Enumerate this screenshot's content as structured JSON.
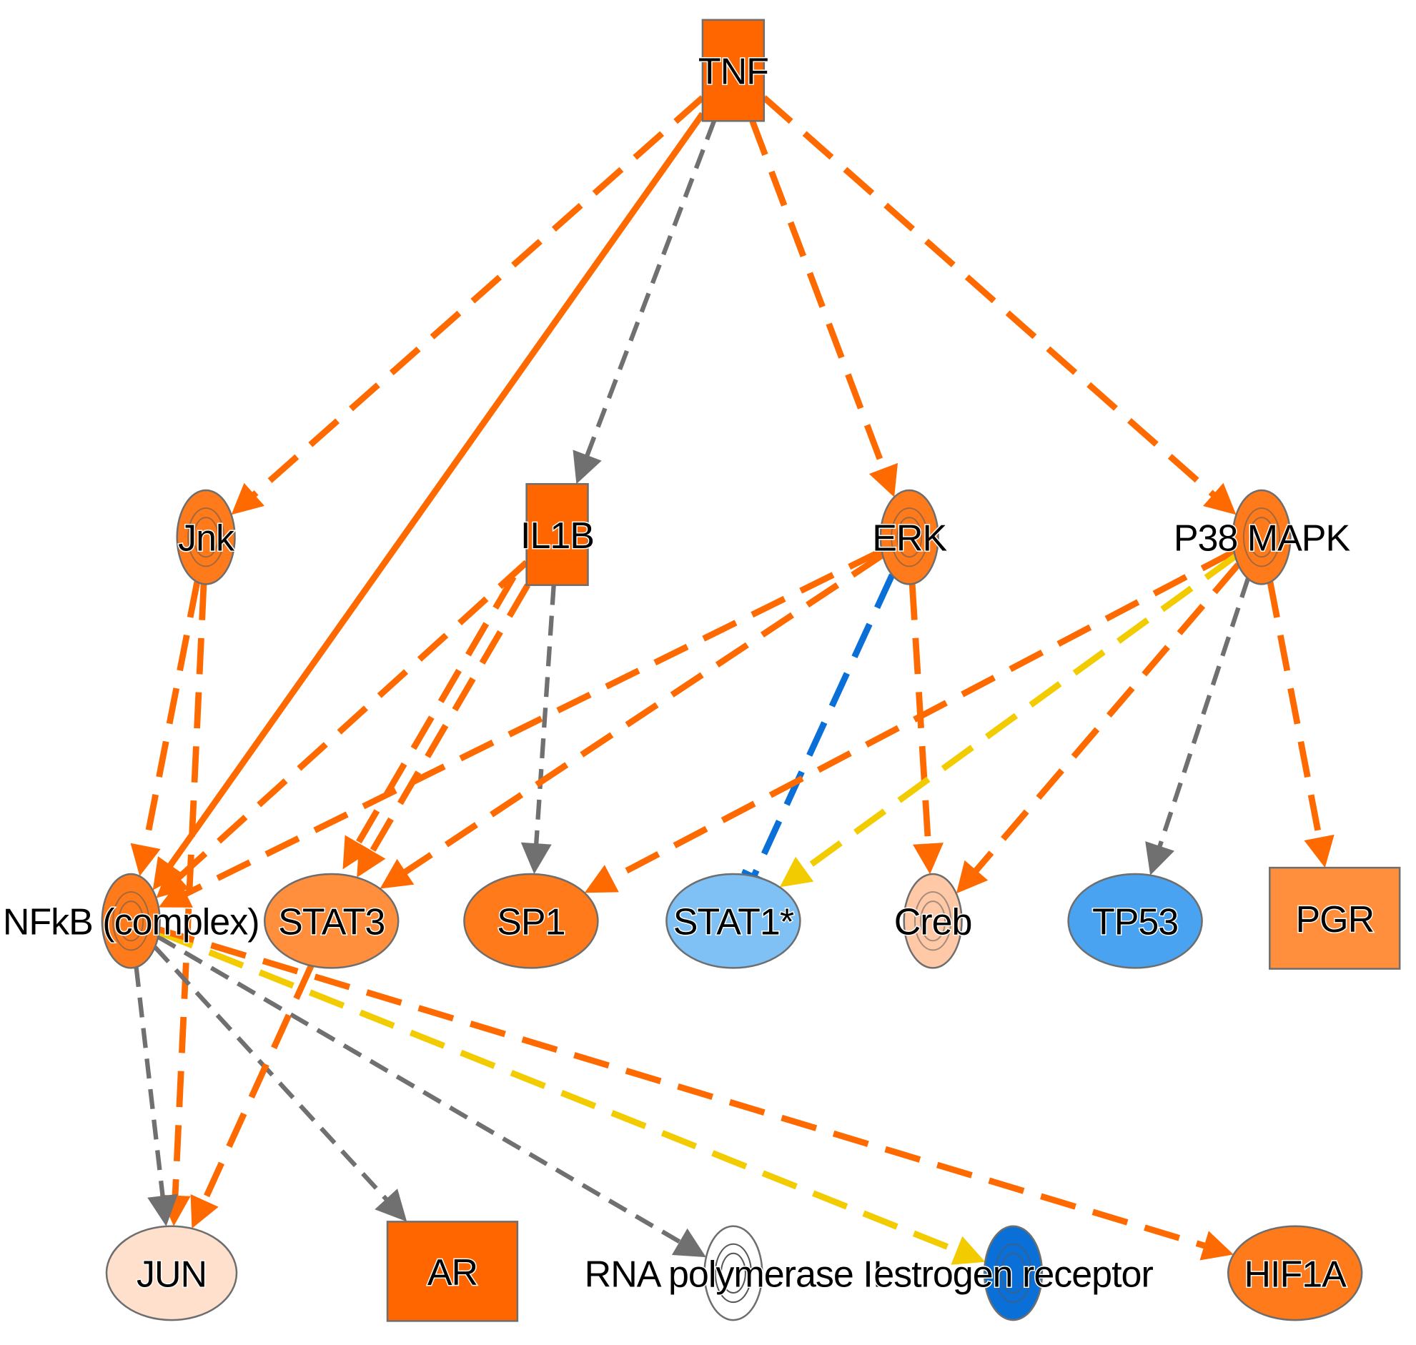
{
  "colors": {
    "activated_strong": "#ff6600",
    "activated_mid": "#ff7a1a",
    "activated_light": "#ff8f3d",
    "activated_pale": "#ffc9a8",
    "activated_faint": "#ffe0cc",
    "inhibited_mid": "#4aa3f0",
    "inhibited_light": "#7fc0f5",
    "inhibited_strong": "#0a6fd6",
    "neutral": "#ffffff",
    "edge_activation": "#ff6a00",
    "edge_unknown": "#707070",
    "edge_inconsistent": "#f2cc00",
    "edge_inhibition": "#0a6fd6"
  },
  "nodes": [
    {
      "id": "tnf",
      "label": "TNF",
      "shape": "square",
      "fill": "activated_strong",
      "ring": false
    },
    {
      "id": "jnk",
      "label": "Jnk",
      "shape": "ellipse",
      "fill": "activated_mid",
      "ring": true
    },
    {
      "id": "il1b",
      "label": "IL1B",
      "shape": "square",
      "fill": "activated_strong",
      "ring": false
    },
    {
      "id": "erk",
      "label": "ERK",
      "shape": "ellipse",
      "fill": "activated_mid",
      "ring": true
    },
    {
      "id": "p38",
      "label": "P38 MAPK",
      "shape": "ellipse",
      "fill": "activated_mid",
      "ring": true
    },
    {
      "id": "nfkb",
      "label": "NFkB (complex)",
      "shape": "ellipse",
      "fill": "activated_mid",
      "ring": true
    },
    {
      "id": "stat3",
      "label": "STAT3",
      "shape": "ellipse",
      "fill": "activated_light",
      "ring": false
    },
    {
      "id": "sp1",
      "label": "SP1",
      "shape": "ellipse",
      "fill": "activated_mid",
      "ring": false
    },
    {
      "id": "stat1",
      "label": "STAT1*",
      "shape": "ellipse",
      "fill": "inhibited_light",
      "ring": false
    },
    {
      "id": "creb",
      "label": "Creb",
      "shape": "ellipse",
      "fill": "activated_pale",
      "ring": true
    },
    {
      "id": "tp53",
      "label": "TP53",
      "shape": "ellipse",
      "fill": "inhibited_mid",
      "ring": false
    },
    {
      "id": "pgr",
      "label": "PGR",
      "shape": "rect",
      "fill": "activated_light",
      "ring": false
    },
    {
      "id": "jun",
      "label": "JUN",
      "shape": "ellipse",
      "fill": "activated_faint",
      "ring": false
    },
    {
      "id": "ar",
      "label": "AR",
      "shape": "rect",
      "fill": "activated_strong",
      "ring": false
    },
    {
      "id": "rnapol",
      "label": "RNA polymerase II",
      "shape": "ellipse",
      "fill": "neutral",
      "ring": true
    },
    {
      "id": "esr",
      "label": "estrogen receptor",
      "shape": "ellipse",
      "fill": "inhibited_strong",
      "ring": true
    },
    {
      "id": "hif1a",
      "label": "HIF1A",
      "shape": "ellipse",
      "fill": "activated_mid",
      "ring": false
    }
  ],
  "edges": [
    {
      "from": "tnf",
      "to": "jnk",
      "kind": "activation",
      "style": "dashed"
    },
    {
      "from": "tnf",
      "to": "nfkb",
      "kind": "activation",
      "style": "solid"
    },
    {
      "from": "tnf",
      "to": "il1b",
      "kind": "unknown",
      "style": "dashed"
    },
    {
      "from": "tnf",
      "to": "erk",
      "kind": "activation",
      "style": "dashed"
    },
    {
      "from": "tnf",
      "to": "p38",
      "kind": "activation",
      "style": "dashed"
    },
    {
      "from": "jnk",
      "to": "nfkb",
      "kind": "activation",
      "style": "dashed"
    },
    {
      "from": "jnk",
      "to": "jun",
      "kind": "activation",
      "style": "dashed"
    },
    {
      "from": "il1b",
      "to": "nfkb",
      "kind": "activation",
      "style": "dashed"
    },
    {
      "from": "il1b",
      "to": "stat3",
      "kind": "activation",
      "style": "dashed"
    },
    {
      "from": "il1b",
      "to": "stat3",
      "kind": "activation",
      "style": "dashed"
    },
    {
      "from": "il1b",
      "to": "sp1",
      "kind": "unknown",
      "style": "dashed"
    },
    {
      "from": "erk",
      "to": "nfkb",
      "kind": "activation",
      "style": "dashed"
    },
    {
      "from": "erk",
      "to": "stat3",
      "kind": "activation",
      "style": "dashed"
    },
    {
      "from": "erk",
      "to": "stat1",
      "kind": "inhibition",
      "style": "dashed"
    },
    {
      "from": "erk",
      "to": "creb",
      "kind": "activation",
      "style": "dashed"
    },
    {
      "from": "p38",
      "to": "sp1",
      "kind": "activation",
      "style": "dashed"
    },
    {
      "from": "p38",
      "to": "stat1",
      "kind": "inconsistent",
      "style": "dashed"
    },
    {
      "from": "p38",
      "to": "creb",
      "kind": "activation",
      "style": "dashed"
    },
    {
      "from": "p38",
      "to": "tp53",
      "kind": "unknown",
      "style": "dashed"
    },
    {
      "from": "p38",
      "to": "pgr",
      "kind": "activation",
      "style": "dashed"
    },
    {
      "from": "nfkb",
      "to": "jun",
      "kind": "unknown",
      "style": "dashed"
    },
    {
      "from": "nfkb",
      "to": "ar",
      "kind": "unknown",
      "style": "dashed"
    },
    {
      "from": "nfkb",
      "to": "rnapol",
      "kind": "unknown",
      "style": "dashed"
    },
    {
      "from": "nfkb",
      "to": "esr",
      "kind": "inconsistent",
      "style": "dashed"
    },
    {
      "from": "nfkb",
      "to": "hif1a",
      "kind": "activation",
      "style": "dashed"
    },
    {
      "from": "stat3",
      "to": "jun",
      "kind": "activation",
      "style": "dashed"
    }
  ]
}
